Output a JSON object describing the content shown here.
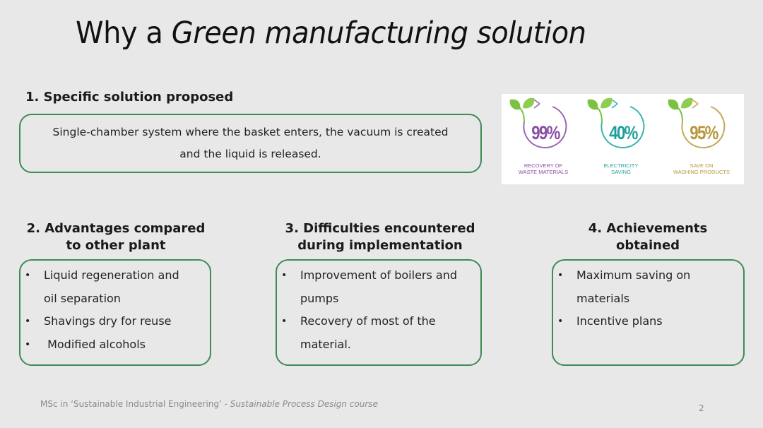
{
  "slide": {
    "title_plain": "Why a ",
    "title_italic": "Green manufacturing solution",
    "page_number": "2"
  },
  "section1": {
    "heading": "1. Specific solution proposed",
    "text_line1": "Single-chamber system where the basket enters, the vacuum is created",
    "text_line2": "and the liquid is released."
  },
  "section2": {
    "heading_line1": "2. Advantages compared",
    "heading_line2": "to other plant",
    "bullets": [
      "Liquid regeneration and",
      "oil separation",
      "Shavings dry for reuse",
      " Modified alcohols"
    ]
  },
  "section3": {
    "heading_line1": "3. Difficulties encountered",
    "heading_line2": "during implementation",
    "bullets": [
      "Improvement of boilers and",
      "pumps",
      "Recovery of most of the",
      "material."
    ]
  },
  "section4": {
    "heading_line1": "4. Achievements",
    "heading_line2": "obtained",
    "bullets": [
      "Maximum saving on",
      "materials",
      "Incentive plans"
    ]
  },
  "infographic": {
    "stats": [
      {
        "value": "99%",
        "caption": "RECOVERY OF\nWASTE MATERIALS",
        "color": "#8a4fa3",
        "ring": "#9b66b3"
      },
      {
        "value": "40%",
        "caption": "ELECTRICITY\nSAVING",
        "color": "#1f9e9e",
        "ring": "#39b3b0"
      },
      {
        "value": "95%",
        "caption": "SAVE ON\nWASHING PRODUCTS",
        "color": "#b8963a",
        "ring": "#c4a858"
      }
    ],
    "leaf_color": "#7cc242"
  },
  "footer": {
    "text_plain": "MSc in ‘Sustainable Industrial Engineering’ - ",
    "text_italic": "Sustainable Process Design course"
  },
  "colors": {
    "background": "#e8e8e8",
    "box_border": "#3d8b55"
  }
}
